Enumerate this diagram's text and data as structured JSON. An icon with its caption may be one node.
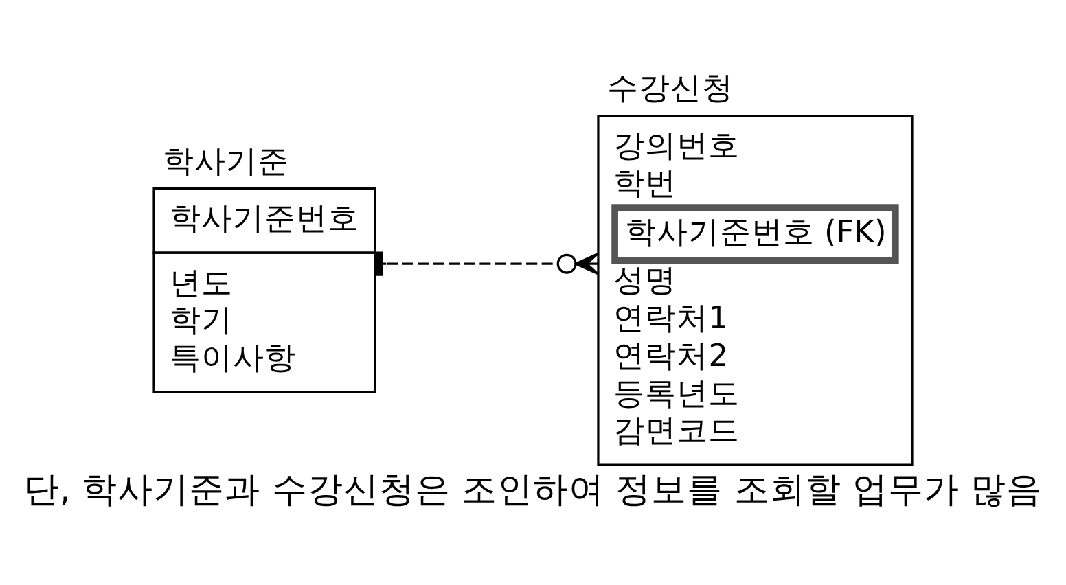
{
  "diagram": {
    "caption": "단, 학사기준과 수강신청은 조인하여 정보를 조회할 업무가 많음",
    "nodes": [
      {
        "text": [
          "학사기준",
          "학사기준번호",
          "년도",
          "학기",
          "특이사항"
        ]
      },
      {
        "text": [
          "수강신청",
          "강의번호",
          "학번",
          "학사기준번호 (FK)",
          "성명",
          "연락처1",
          "연락처2",
          "등록년도",
          "감면코드"
        ]
      }
    ],
    "edges": [
      {
        "from": 0,
        "to": 1,
        "arrow": "other",
        "style": "dashed"
      }
    ]
  }
}
